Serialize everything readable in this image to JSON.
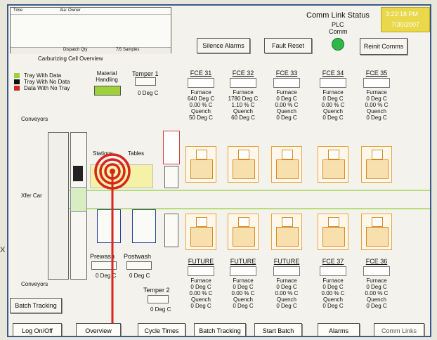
{
  "alarm_list": {
    "col_time": "Time",
    "col_owner": "Ala: Owner",
    "foot_left": "Dispatch Qty",
    "foot_right": "7/5 Samples"
  },
  "overview_title": "Carburizing Cell Overview",
  "comm": {
    "title": "Comm Link Status",
    "plc_label": "PLC",
    "comm_label": "Comm",
    "time": "3:22:18 PM",
    "date": "7/30/2007"
  },
  "buttons": {
    "silence": "Silence Alarms",
    "fault_reset": "Fault Reset",
    "reinit": "Reinit Comms",
    "batch_tracking_side": "Batch Tracking"
  },
  "legend": [
    {
      "label": "Tray With Data",
      "color": "#9fd23a"
    },
    {
      "label": "Tray With No Data",
      "color": "#111111"
    },
    {
      "label": "Data With No Tray",
      "color": "#d7261e"
    }
  ],
  "material_handling": "Material Handling",
  "temper1": {
    "label": "Temper 1",
    "value": "0 Deg C"
  },
  "temper2": {
    "label": "Temper 2",
    "value": "0 Deg C"
  },
  "conveyors_top": "Conveyors",
  "conveyors_bottom": "Conveyors",
  "stations_label": "Stations",
  "tables_label": "Tables",
  "xfer_car": "Xfer Car",
  "prewash": {
    "label": "Prewash",
    "value": "0 Deg C"
  },
  "postwash": {
    "label": "Postwash",
    "value": "0 Deg C"
  },
  "top_furnaces": [
    {
      "name": "FCE 31",
      "furnace": "Furnace",
      "temp": "640 Deg C",
      "carbon": "0.00 % C",
      "quench": "Quench",
      "qtemp": "50 Deg C"
    },
    {
      "name": "FCE 32",
      "furnace": "Furnace",
      "temp": "1780 Deg C",
      "carbon": "1.10 % C",
      "quench": "Quench",
      "qtemp": "60 Deg C"
    },
    {
      "name": "FCE 33",
      "furnace": "Furnace",
      "temp": "0 Deg C",
      "carbon": "0.00 % C",
      "quench": "Quench",
      "qtemp": "0 Deg C"
    },
    {
      "name": "FCE 34",
      "furnace": "Furnace",
      "temp": "0 Deg C",
      "carbon": "0.00 % C",
      "quench": "Quench",
      "qtemp": "0 Deg C"
    },
    {
      "name": "FCE 35",
      "furnace": "Furnace",
      "temp": "0 Deg C",
      "carbon": "0.00 % C",
      "quench": "Quench",
      "qtemp": "0 Deg C"
    }
  ],
  "bottom_furnaces": [
    {
      "name": "FUTURE",
      "furnace": "Furnace",
      "temp": "0 Deg C",
      "carbon": "0.00 % C",
      "quench": "Quench",
      "qtemp": "0 Deg C"
    },
    {
      "name": "FUTURE",
      "furnace": "Furnace",
      "temp": "0 Deg C",
      "carbon": "0.00 % C",
      "quench": "Quench",
      "qtemp": "0 Deg C"
    },
    {
      "name": "FUTURE",
      "furnace": "Furnace",
      "temp": "0 Deg C",
      "carbon": "0.00 % C",
      "quench": "Quench",
      "qtemp": "0 Deg C"
    },
    {
      "name": "FCE 37",
      "furnace": "Furnace",
      "temp": "0 Deg C",
      "carbon": "0.00 % C",
      "quench": "Quench",
      "qtemp": "0 Deg C"
    },
    {
      "name": "FCE 36",
      "furnace": "Furnace",
      "temp": "0 Deg C",
      "carbon": "0.00 % C",
      "quench": "Quench",
      "qtemp": "0 Deg C"
    }
  ],
  "footer": [
    "Log On/Off",
    "Overview",
    "Cycle Times",
    "Batch Tracking",
    "Start Batch",
    "Alarms",
    "Comm Links"
  ],
  "outside_labels": {
    "left_mark": "X"
  },
  "colors": {
    "accent_time_bg": "#e8d84a",
    "plc_ok": "#2fb84a",
    "furnace_outline": "#e8a23a",
    "target_red": "#d7261e"
  }
}
